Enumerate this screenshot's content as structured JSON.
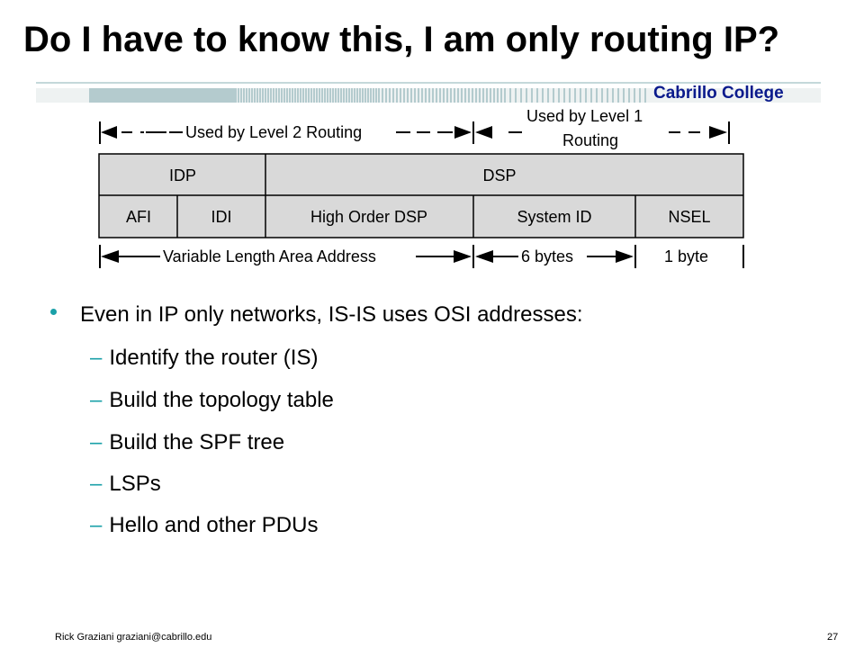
{
  "slide": {
    "title": "Do I have to know this, I am only routing IP?",
    "college": "Cabrillo College",
    "footer": "Rick Graziani  graziani@cabrillo.edu",
    "page_number": "27",
    "colors": {
      "accent": "#1aa0a8",
      "college_text": "#0a1a8c",
      "table_fill": "#d9d9d9"
    }
  },
  "diagram": {
    "level2_label": "Used by Level 2 Routing",
    "level1_label_line1": "Used by Level 1",
    "level1_label_line2": "Routing",
    "top_row": [
      "IDP",
      "DSP"
    ],
    "bottom_row": [
      "AFI",
      "IDI",
      "High Order DSP",
      "System ID",
      "NSEL"
    ],
    "area_label": "Variable Length Area Address",
    "sysid_label": "6 bytes",
    "nsel_label": "1 byte"
  },
  "bullets": {
    "main": "Even in IP only networks, IS-IS uses OSI addresses:",
    "sub": [
      "Identify the router (IS)",
      "Build the topology table",
      "Build the SPF tree",
      "LSPs",
      "Hello and other PDUs"
    ],
    "dash": "–"
  }
}
